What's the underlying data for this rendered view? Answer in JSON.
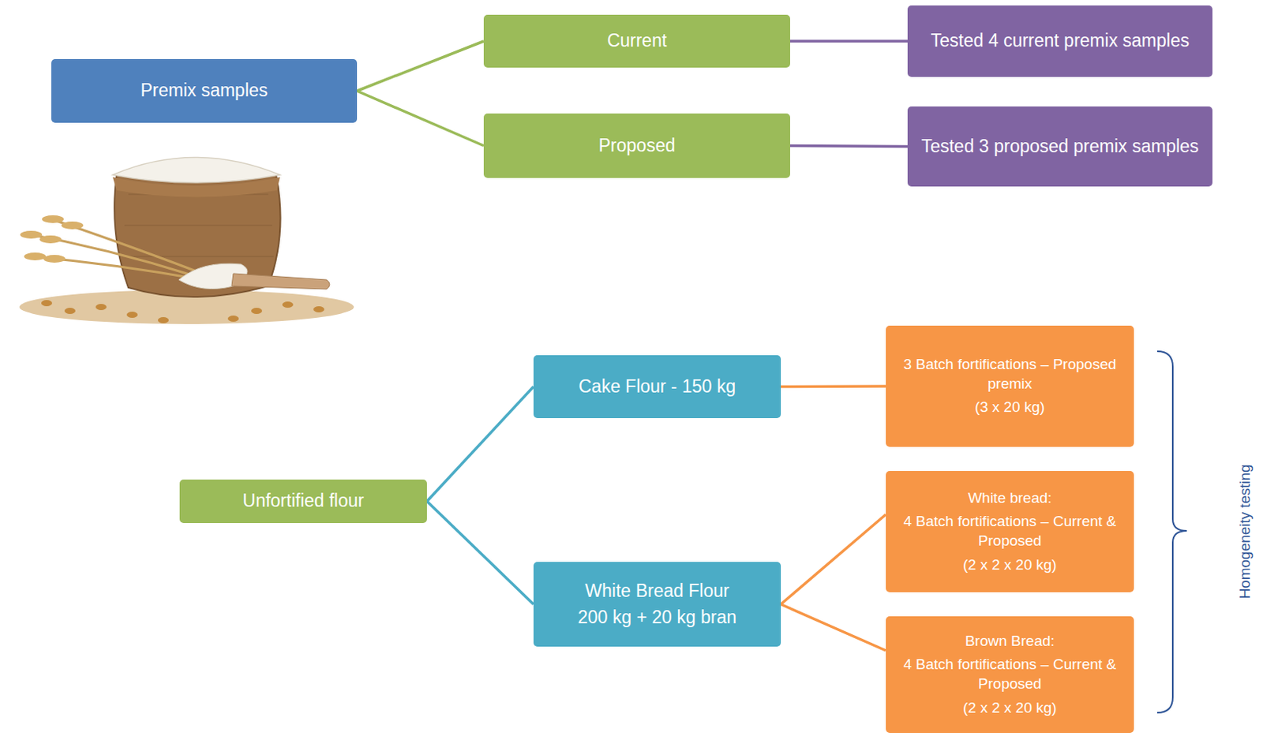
{
  "diagram": {
    "nodes": [
      {
        "text": [
          "Premix samples"
        ]
      },
      {
        "text": [
          "Current"
        ]
      },
      {
        "text": [
          "Tested 4 current premix samples"
        ]
      },
      {
        "text": [
          "Proposed"
        ]
      },
      {
        "text": [
          "Tested 3 proposed premix samples"
        ]
      },
      {
        "text": [
          "Unfortified flour"
        ]
      },
      {
        "text": [
          "Cake Flour - 150 kg"
        ]
      },
      {
        "text": [
          "3 Batch fortifications – Proposed premix",
          "(3 x 20 kg)"
        ]
      },
      {
        "text": [
          "White Bread Flour",
          "200 kg + 20 kg bran"
        ]
      },
      {
        "text": [
          "White bread:",
          "4 Batch fortifications – Current & Proposed",
          "(2 x 2 x 20 kg)"
        ]
      },
      {
        "text": [
          "Brown Bread:",
          "4 Batch fortifications – Current & Proposed",
          "(2 x 2 x 20 kg)"
        ]
      }
    ],
    "edges": [
      {
        "from": 0,
        "to": 1,
        "arrow": "none"
      },
      {
        "from": 0,
        "to": 3,
        "arrow": "none"
      },
      {
        "from": 1,
        "to": 2,
        "arrow": "none"
      },
      {
        "from": 3,
        "to": 4,
        "arrow": "none"
      },
      {
        "from": 5,
        "to": 6,
        "arrow": "none"
      },
      {
        "from": 5,
        "to": 8,
        "arrow": "none"
      },
      {
        "from": 6,
        "to": 7,
        "arrow": "none"
      },
      {
        "from": 8,
        "to": 9,
        "arrow": "none"
      },
      {
        "from": 8,
        "to": 10,
        "arrow": "none"
      }
    ],
    "labels": [
      "Homogeneity testing"
    ]
  }
}
